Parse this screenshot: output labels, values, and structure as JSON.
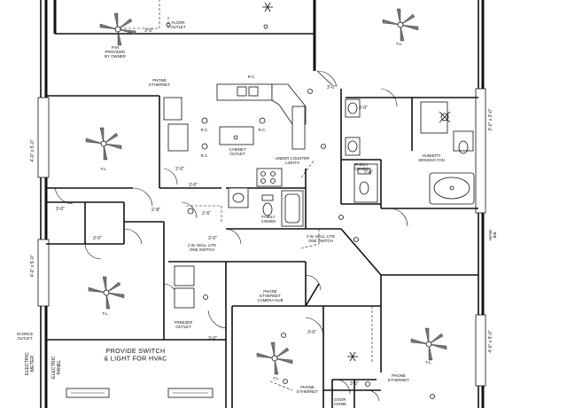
{
  "labels": {
    "floor_outlet": "FLOOR\nOUTLET",
    "fan_by_owner": "FAN\nPROVIDED\nBY OWNER",
    "phone_ethernet_top": "PHONE\nETHERNET",
    "cabinet_outlet": "CABINET\nOUTLET",
    "under_counter": "UNDER COUNTER\nLIGHTS",
    "family_combo_right": "FAMILY\nCOMBO",
    "humidity_fan": "HUMIDITY\nSENSING FAN",
    "family_combo_mid": "FAMILY\nCOMBO",
    "wall_lite_left": "2 W. WALL LITE\nONE SWITCH",
    "wall_lite_mid": "3 W. WALL LITE\nONE SWITCH",
    "phone_camera_hub": "PHONE\nETHERNET\nCAMERA HUB",
    "freezer_outlet": "FREEZER\nOUTLET",
    "provide_switch": "PROVIDE SWITCH\n& LIGHT FOR HVAC",
    "phone_ethernet_bottom": "PHONE\nETHERNET",
    "phone_ethernet_br": "PHONE\nETHERNET",
    "door_chime": "DOOR\nCHIME",
    "sconce_outlet": "SCONCE\nOUTLET",
    "electric_meter": "ELECTRIC\nMETER",
    "electric_panel": "ELECTRIC\nPANEL",
    "hose_bib": "HOSE\nBIB",
    "fl_tag": "F.L.",
    "rc_tag": "R.C."
  },
  "dimensions": {
    "d_36_top": "3'-6\"",
    "d_30_kitchen": "3'-0\"",
    "d_30_bath": "3'-0\"",
    "d_30_hall": "3'-0\"",
    "d_26": "2'-6\"",
    "d_20": "2'-0\"",
    "d_30_closet_l": "3'-0\"",
    "d_30_closet_r": "3'-0\"",
    "d_28": "2'-8\"",
    "d_30_laundry": "3'-0\"",
    "d_30_mid": "3'-0\"",
    "d_30_bottom": "3'-0\"",
    "d_30_br": "3'-0\"",
    "d_26_side": "2'-6\"",
    "left_4050_a": "4'-0\" x 5'-0\"",
    "left_4050_b": "4'-0\" x 5'-0\"",
    "right_3030": "3'-0\" x 3'-0\"",
    "right_4050": "4'-0\" x 5'-0\""
  }
}
